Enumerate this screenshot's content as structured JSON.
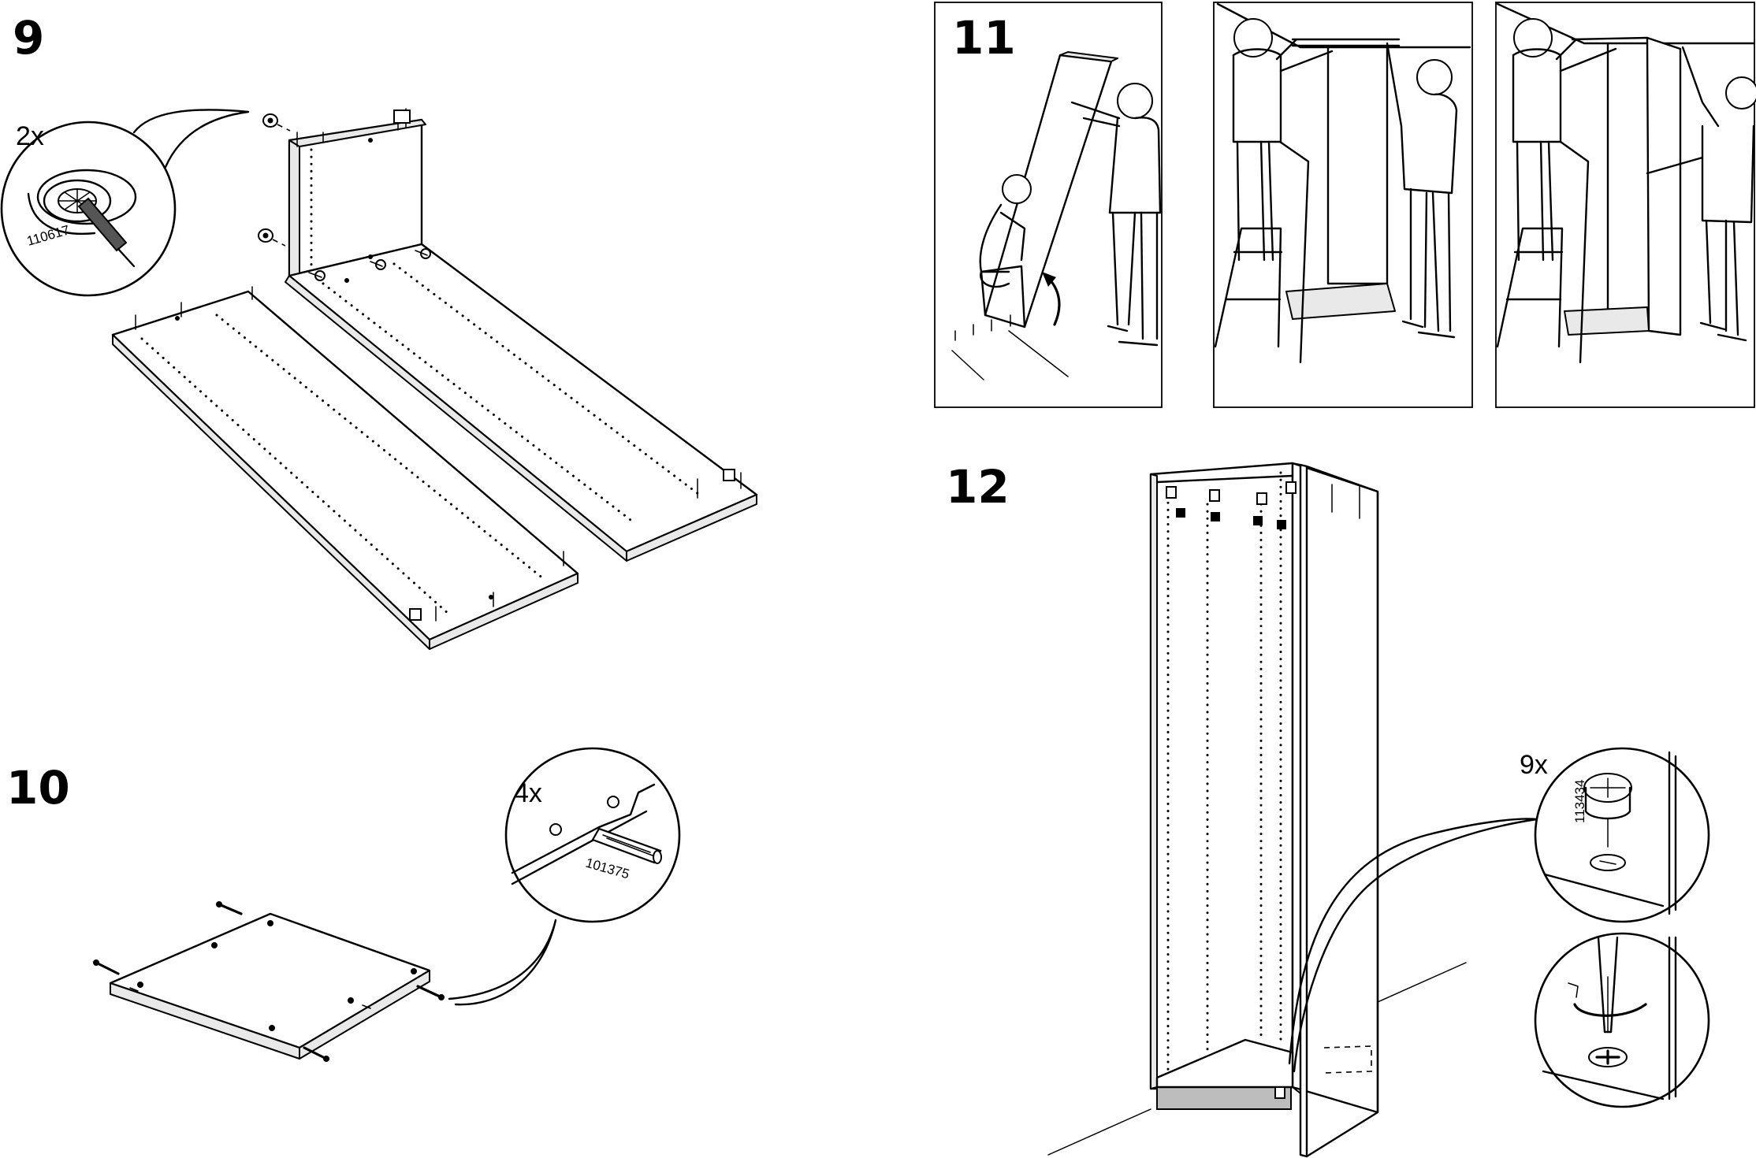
{
  "steps": [
    {
      "number": "9",
      "callout": {
        "quantity": "2x",
        "part_number": "110617"
      }
    },
    {
      "number": "10",
      "callout": {
        "quantity": "4x",
        "part_number": "101375"
      }
    },
    {
      "number": "11"
    },
    {
      "number": "12",
      "callout": {
        "quantity": "9x",
        "part_number": "113434"
      }
    }
  ]
}
